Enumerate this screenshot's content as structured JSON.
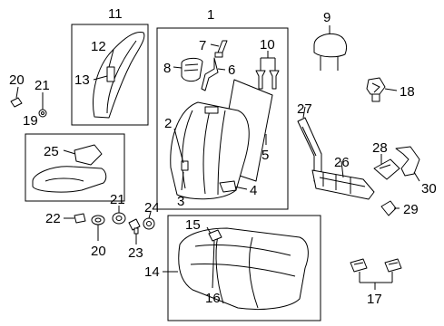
{
  "diagram": {
    "callouts": {
      "c1": "1",
      "c2": "2",
      "c3": "3",
      "c4": "4",
      "c5": "5",
      "c6": "6",
      "c7": "7",
      "c8": "8",
      "c9": "9",
      "c10": "10",
      "c11": "11",
      "c12": "12",
      "c13": "13",
      "c14": "14",
      "c15": "15",
      "c16": "16",
      "c17": "17",
      "c18": "18",
      "c19": "19",
      "c20a": "20",
      "c20b": "20",
      "c21a": "21",
      "c21b": "21",
      "c22": "22",
      "c23": "23",
      "c24": "24",
      "c25": "25",
      "c26": "26",
      "c27": "27",
      "c28": "28",
      "c29": "29",
      "c30": "30"
    }
  }
}
